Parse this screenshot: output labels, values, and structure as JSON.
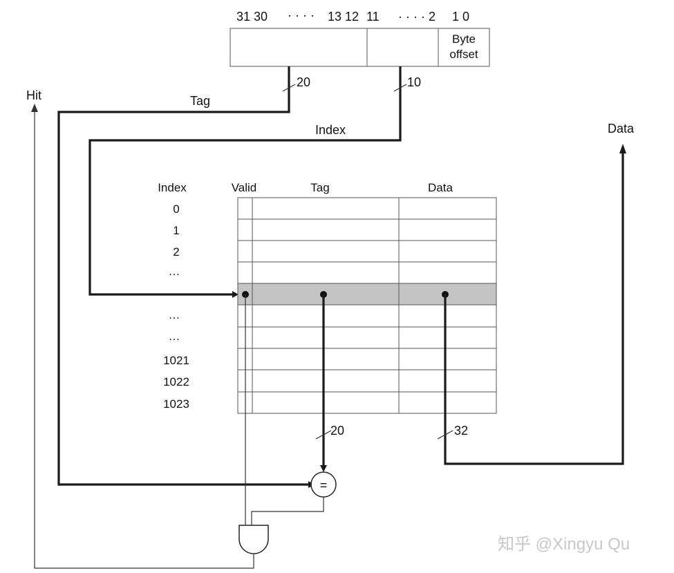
{
  "address": {
    "bit_labels": {
      "b31_30": "31 30",
      "dots_left": "· · · ·",
      "b13_12": "13 12",
      "b11": "11",
      "dots_right": "· · · · 2",
      "b1_0": "1 0"
    },
    "byte_offset": [
      "Byte",
      "offset"
    ]
  },
  "buses": {
    "tag_width": "20",
    "index_width": "10",
    "compare_width": "20",
    "data_width": "32"
  },
  "signals": {
    "hit": "Hit",
    "tag": "Tag",
    "index": "Index",
    "data_out": "Data"
  },
  "cache_table": {
    "headers": {
      "index": "Index",
      "valid": "Valid",
      "tag": "Tag",
      "data": "Data"
    },
    "row_indices": [
      "0",
      "1",
      "2",
      "…",
      "",
      "…",
      "…",
      "1021",
      "1022",
      "1023"
    ],
    "highlight_color": "#c4c4c4"
  },
  "comparator_symbol": "=",
  "watermark": "知乎 @Xingyu Qu"
}
